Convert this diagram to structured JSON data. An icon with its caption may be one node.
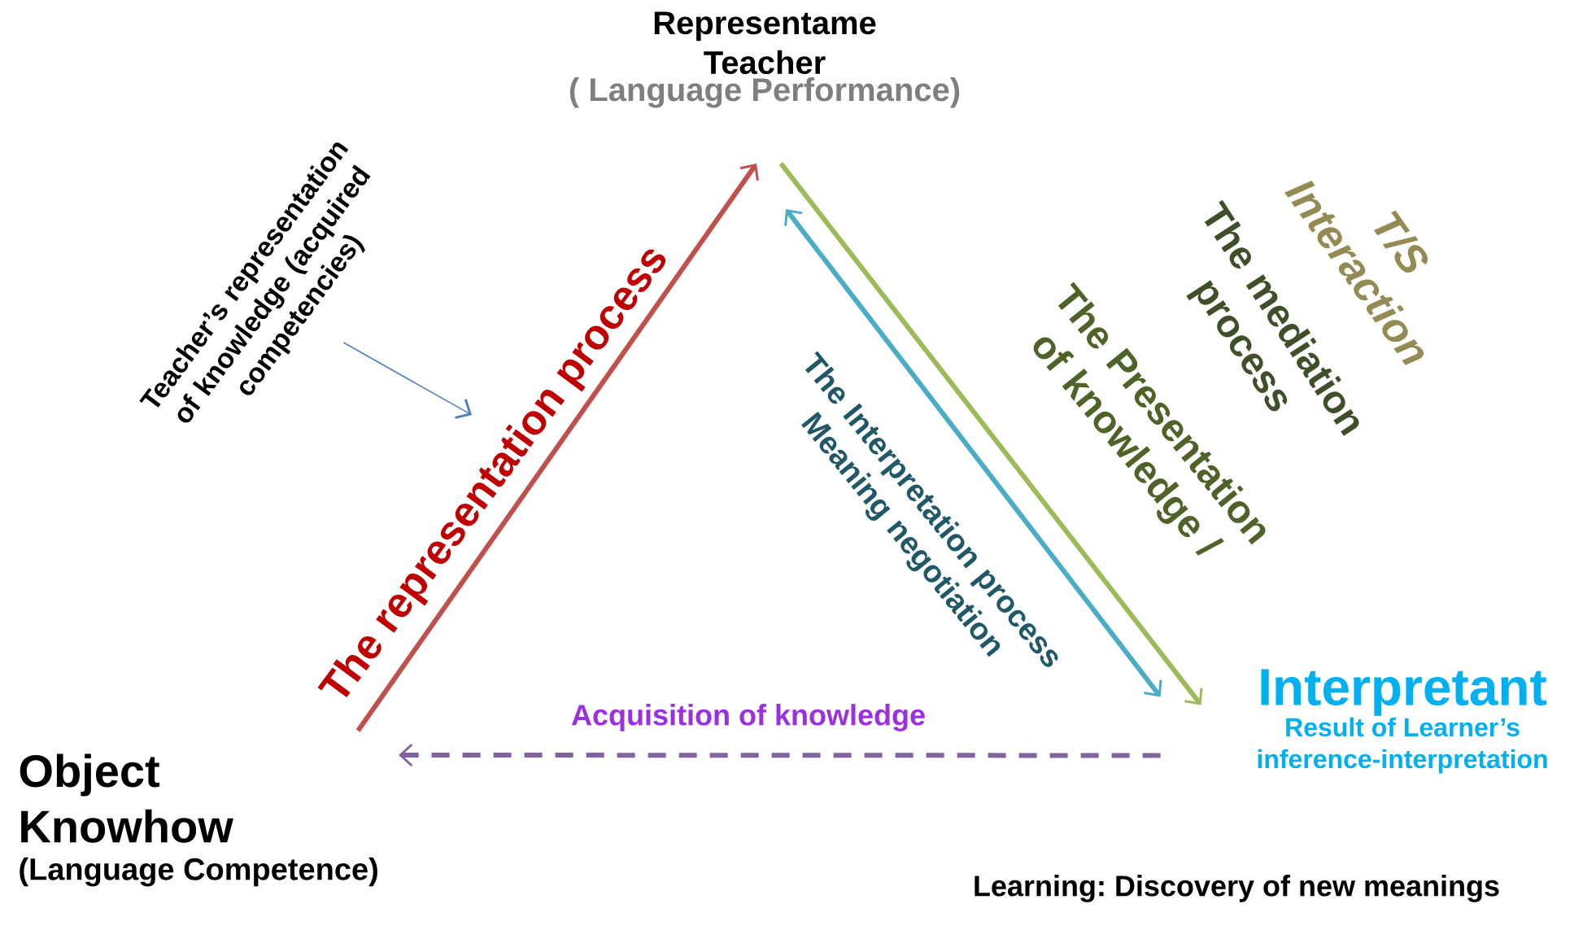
{
  "diagram": {
    "nodes": [
      {
        "text": [
          "Representame Teacher",
          "( Language Performance)"
        ]
      },
      {
        "text": [
          "Object Knowhow",
          "(Language Competence)"
        ]
      },
      {
        "text": [
          "Interpretant",
          "Result of Learner’s inference-interpretation"
        ]
      },
      {
        "text": [
          "Teacher’s representation of knowledge (acquired competencies)"
        ]
      }
    ],
    "edges": [
      {
        "from": 1,
        "to": 0,
        "arrow": "to",
        "label": "The representation process",
        "color": "#c0504d"
      },
      {
        "from": 0,
        "to": 2,
        "arrow": "to",
        "label": "The Presentation of knowledge /",
        "color": "#9bbb59"
      },
      {
        "from": 0,
        "to": 2,
        "arrow": "both",
        "label": "The Interpretation process Meaning negotiation",
        "color": "#4bacc6"
      },
      {
        "from": 2,
        "to": 1,
        "arrow": "to",
        "label": "Acquisition of knowledge",
        "style": "dashed",
        "color": "#8064a2"
      },
      {
        "from": 3,
        "to": null,
        "arrow": "to",
        "color": "#4f81bd"
      }
    ],
    "labels": [
      "T/S Interaction",
      "The mediation process",
      "Learning: Discovery of new meanings"
    ]
  }
}
